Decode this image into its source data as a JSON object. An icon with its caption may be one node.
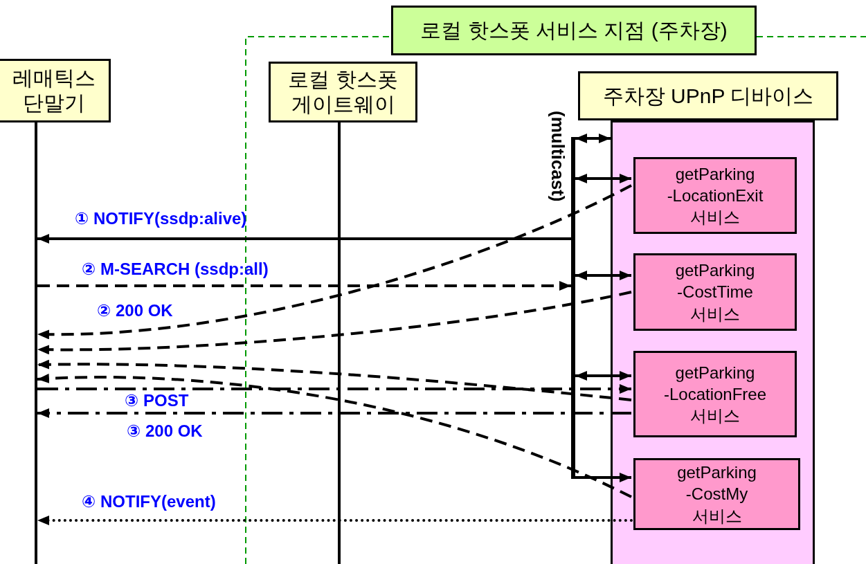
{
  "diagram": {
    "nodes": [
      {
        "text": [
          "레매틱스 단말기"
        ]
      },
      {
        "text": [
          "로컬 핫스폿 게이트웨이"
        ]
      },
      {
        "text": [
          "로컬 핫스폿 서비스 지점 (주차장)"
        ]
      },
      {
        "text": [
          "주차장 UPnP 디바이스"
        ]
      },
      {
        "text": [],
        "shape": "box"
      },
      {
        "text": [
          "getParking -LocationExit 서비스"
        ],
        "in": 4
      },
      {
        "text": [
          "getParking -CostTime 서비스"
        ],
        "in": 4
      },
      {
        "text": [
          "getParking -LocationFree 서비스"
        ],
        "in": 4
      },
      {
        "text": [
          "getParking -CostMy 서비스"
        ],
        "in": 4
      },
      {
        "text": [],
        "shape": "bar",
        "beside": [
          "(multicast)"
        ]
      },
      {
        "text": [],
        "shape": "bar"
      },
      {
        "text": [],
        "shape": "bar"
      }
    ],
    "edges": [
      {
        "from": 9,
        "to": 4,
        "arrow": "both"
      },
      {
        "from": 9,
        "to": 5,
        "arrow": "both"
      },
      {
        "from": 9,
        "to": 6,
        "arrow": "both"
      },
      {
        "from": 9,
        "to": 7,
        "arrow": "both"
      },
      {
        "from": 9,
        "to": 8,
        "arrow": "to"
      },
      {
        "from": 9,
        "to": 10,
        "arrow": "to",
        "label": "① NOTIFY(ssdp:alive)"
      },
      {
        "from": 10,
        "to": 9,
        "arrow": "to",
        "label": "② M-SEARCH (ssdp:all)",
        "style": "dashed"
      },
      {
        "from": 5,
        "to": 10,
        "arrow": "to",
        "style": "dashed"
      },
      {
        "from": 6,
        "to": 10,
        "arrow": "to",
        "style": "dashed"
      },
      {
        "from": 7,
        "to": 10,
        "arrow": "to",
        "style": "dashed"
      },
      {
        "from": 8,
        "to": 10,
        "arrow": "to",
        "style": "dashed"
      },
      {
        "from": 10,
        "to": 7,
        "arrow": "to",
        "label": "③ POST",
        "style": "dashed"
      },
      {
        "from": 7,
        "to": 10,
        "arrow": "to",
        "label": "③ 200 OK",
        "style": "dashed"
      },
      {
        "from": 8,
        "to": 10,
        "arrow": "to",
        "label": "④ NOTIFY(event)",
        "style": "dashed"
      }
    ],
    "labels": [
      "② 200 OK"
    ]
  }
}
